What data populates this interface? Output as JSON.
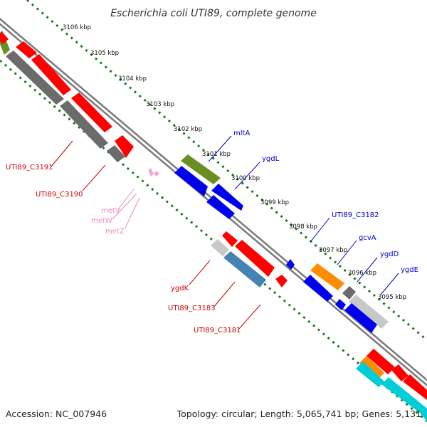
{
  "title": "Escherichia coli UTI89, complete genome",
  "accession": "Accession: NC_007946",
  "topology": "Topology: circular; Length: 5,065,741 bp; Genes: 5,131",
  "colors": {
    "axis_outer": "#7a7a7a",
    "axis_inner": "#ffffff",
    "tick_dots": "#1f7a1f",
    "gene_red": "#ff0000",
    "gene_blue": "#0000ee",
    "gene_grey": "#6b6b6b",
    "gene_lightgrey": "#c8c8c8",
    "gene_olive": "#6b8e23",
    "gene_orange": "#ff8c00",
    "gene_steelblue": "#4682b4",
    "gene_cyan": "#00cdd8",
    "gene_pink": "#f7a8d0",
    "label_red": "#cc0000",
    "label_blue": "#0000cc",
    "label_pink": "#ee88bb"
  },
  "ticks": [
    "3106 kbp",
    "3105 kbp",
    "3104 kbp",
    "3103 kbp",
    "3102 kbp",
    "3101 kbp",
    "3100 kbp",
    "3099 kbp",
    "3098 kbp",
    "3097 kbp",
    "3096 kbp",
    "3095 kbp"
  ],
  "labels": {
    "mltA": "mltA",
    "ygdL": "ygdL",
    "UTI89_C3182": "UTI89_C3182",
    "gcvA": "gcvA",
    "ygdD": "ygdD",
    "ygdE": "ygdE",
    "UTI89_C3191": "UTI89_C3191",
    "UTI89_C3190": "UTI89_C3190",
    "metV": "metV",
    "metW": "metW",
    "metZ": "metZ",
    "ygdK": "ygdK",
    "UTI89_C3183": "UTI89_C3183",
    "UTI89_C3181": "UTI89_C3181"
  }
}
